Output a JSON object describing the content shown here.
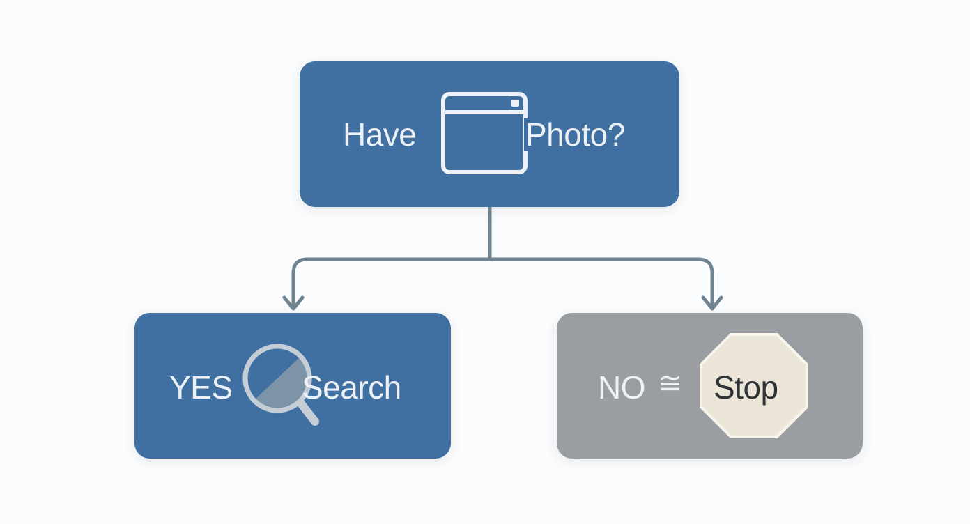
{
  "decision": {
    "text_before_icon": "Have",
    "text_after_icon": "Photo?",
    "icon": "browser-window-icon"
  },
  "yes_branch": {
    "label": "YES",
    "action": "Search",
    "icon": "magnifying-glass-icon"
  },
  "no_branch": {
    "label": "NO",
    "connector_glyph": "≅",
    "action": "Stop",
    "icon": "stop-octagon-icon"
  },
  "colors": {
    "decision_fill": "#3f70a1",
    "yes_fill": "#3f70a1",
    "no_fill": "#9a9ea2",
    "connector": "#6f8390",
    "label_text": "#eef2f6",
    "stop_fill": "#ece6d8",
    "stop_text": "#2e3338"
  }
}
